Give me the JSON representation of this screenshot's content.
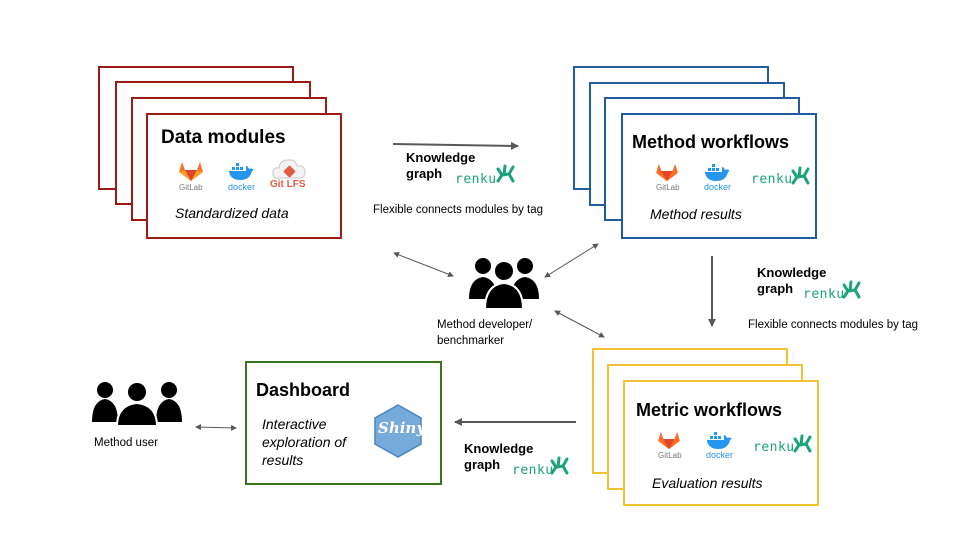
{
  "data_modules": {
    "title": "Data modules",
    "subtitle": "Standardized data",
    "logos": [
      "GitLab",
      "docker",
      "Git LFS"
    ]
  },
  "method_workflows": {
    "title": "Method workflows",
    "subtitle": "Method results",
    "logos": [
      "GitLab",
      "docker",
      "renku"
    ]
  },
  "metric_workflows": {
    "title": "Metric workflows",
    "subtitle": "Evaluation results",
    "logos": [
      "GitLab",
      "docker",
      "renku"
    ]
  },
  "dashboard": {
    "title": "Dashboard",
    "description": [
      "Interactive",
      "exploration of",
      "results"
    ],
    "logo": "Shiny"
  },
  "knowledge_graph": {
    "line1": "Knowledge",
    "line2": "graph",
    "brand": "renku"
  },
  "flex_note": "Flexible connects modules by tag",
  "developer": {
    "line1": "Method developer/",
    "line2": "benchmarker"
  },
  "user": {
    "label": "Method user"
  },
  "colors": {
    "red": "#9b1c14",
    "blue": "#1f5c99",
    "gold": "#f1c232",
    "green": "#38761d",
    "renku": "#1ba37a"
  }
}
